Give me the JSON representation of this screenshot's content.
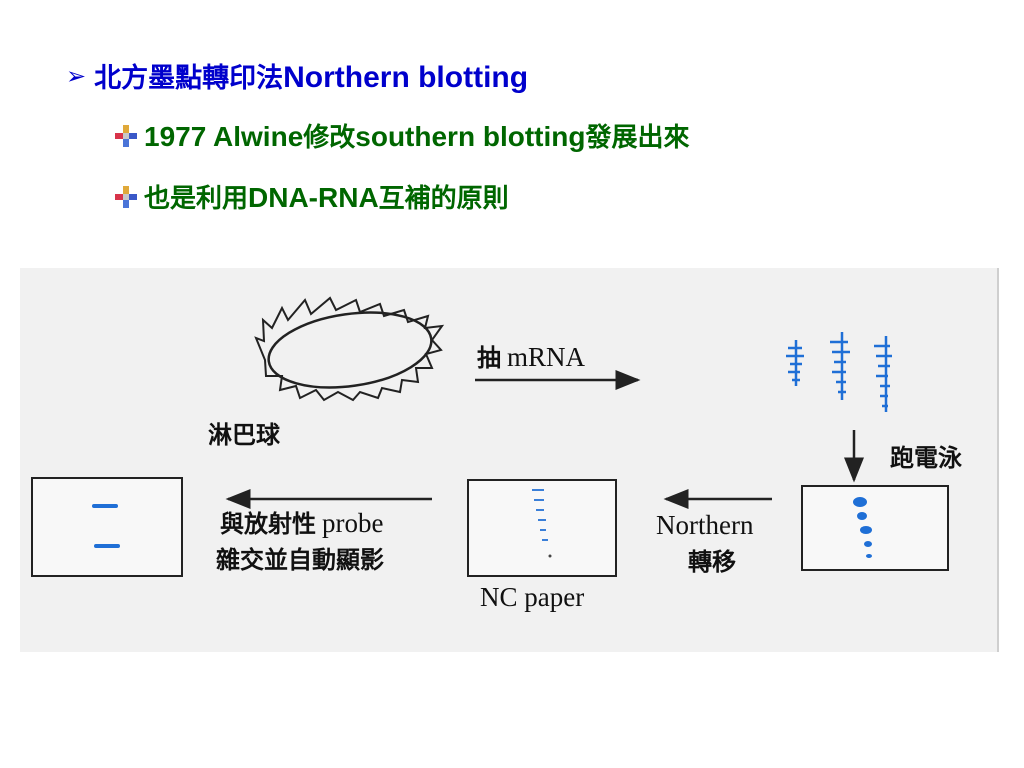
{
  "heading": {
    "zh": "北方墨點轉印法",
    "en": "Northern blotting",
    "icon": "arrow-right-icon",
    "color": "#0000cc"
  },
  "bullets": [
    {
      "icon": "bullet-icon",
      "segments": [
        "1977 Alwine",
        "修改",
        "southern blotting",
        "發展出來"
      ]
    },
    {
      "icon": "bullet-icon",
      "segments": [
        "也是利用",
        "DNA-RNA",
        "互補的原則"
      ]
    }
  ],
  "bullet_color": "#006600",
  "figure": {
    "cell_label": "淋巴球",
    "extract_zh": "抽",
    "extract_en": "mRNA",
    "electrophoresis": "跑電泳",
    "transfer_en": "Northern",
    "transfer_zh": "轉移",
    "membrane_label": "NC paper",
    "probe_line1_zh": "與放射性",
    "probe_line1_en": "probe",
    "probe_line2": "雜交並自動顯影",
    "band_color": "#1f6fd6"
  }
}
